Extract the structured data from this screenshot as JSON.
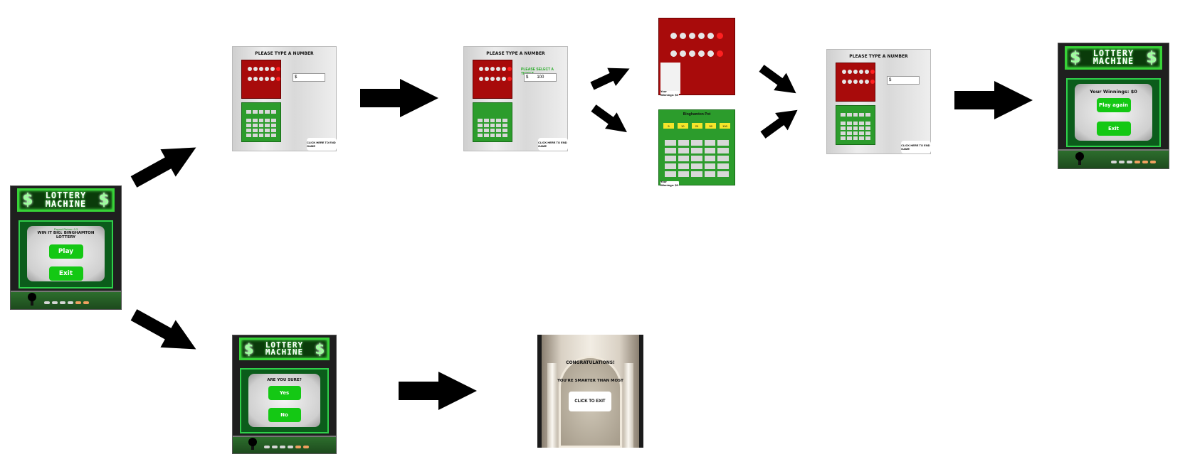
{
  "cabinet": {
    "dollar_sign": "$",
    "title_line1": "LOTTERY",
    "title_line2": "MACHINE"
  },
  "start_screen": {
    "subtitle": "Payout Return: 0.3",
    "headline": "WIN IT BIG: BINGHAMTON LOTTERY",
    "play_label": "Play",
    "exit_label": "Exit"
  },
  "type_number_screen": {
    "header": "PLEASE TYPE A NUMBER",
    "dollar_prefix": "$",
    "input_value": "",
    "end_game_label": "CLICK HERE TO END GAME"
  },
  "select_ticket_screen": {
    "header": "PLEASE TYPE A NUMBER",
    "prompt": "PLEASE SELECT A TICKET",
    "dollar_prefix": "$",
    "input_value": "100",
    "end_game_label": "CLICK HERE TO END GAME"
  },
  "red_ticket_screen": {
    "footer_label": "Your Winnings: $0"
  },
  "green_ticket_screen": {
    "header": "Binghamton Pot",
    "yellow_values": [
      "5",
      "10",
      "20",
      "50",
      "100"
    ],
    "footer_label": "Your Winnings: $0"
  },
  "type_number_screen_2": {
    "header": "PLEASE TYPE A NUMBER",
    "dollar_prefix": "$",
    "input_value": "",
    "end_game_label": "CLICK HERE TO END GAME"
  },
  "winnings_screen": {
    "winnings_label": "Your Winnings: $0",
    "play_again_label": "Play again",
    "exit_label": "Exit"
  },
  "confirm_screen": {
    "question": "ARE YOU SURE?",
    "yes_label": "Yes",
    "no_label": "No"
  },
  "congrats_screen": {
    "line1": "CONGRATULATIONS!",
    "line2": "YOU'RE SMARTER THAN MOST",
    "exit_label": "CLICK TO EXIT"
  }
}
